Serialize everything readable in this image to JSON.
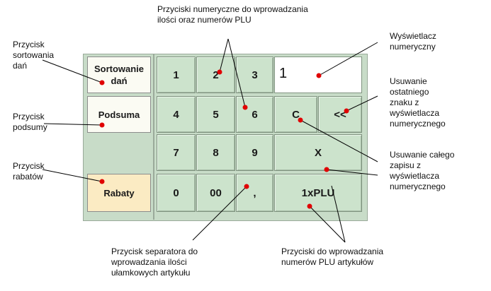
{
  "keypad": {
    "sort_button": "Sortowanie dań",
    "subtotal_button": "Podsuma",
    "discount_button": "Rabaty",
    "display_value": "1",
    "keys": {
      "k1": "1",
      "k2": "2",
      "k3": "3",
      "k4": "4",
      "k5": "5",
      "k6": "6",
      "k7": "7",
      "k8": "8",
      "k9": "9",
      "k0": "0",
      "k00": "00",
      "separator": ",",
      "clear": "C",
      "backspace": "<<",
      "clear_all": "X",
      "plu": "1xPLU"
    }
  },
  "annotations": {
    "numeric_keys": "Przyciski numeryczne do wprowadzania\nilości oraz numerów PLU",
    "sort": "Przycisk\nsortowania\ndań",
    "subtotal": "Przycisk\npodsumy",
    "discount": "Przycisk\nrabatów",
    "display": "Wyświetlacz\nnumeryczny",
    "backspace": "Usuwanie\nostatniego\nznaku z\nwyświetlacza\nnumerycznego",
    "clear_all": "Usuwanie całego\nzapisu z\nwyświetlacza\nnumerycznego",
    "separator": "Przycisk separatora do\nwprowadzania ilości\nułamkowych artykułu",
    "plu": "Przyciski do wprowadzania\nnumerów PLU artykułów"
  },
  "colors": {
    "panel": "#c8dcc8",
    "key": "#cce3cc",
    "side_button": "#fbfbf3",
    "discount_button": "#fbebc3",
    "leader": "#000000",
    "marker": "#e00000"
  }
}
